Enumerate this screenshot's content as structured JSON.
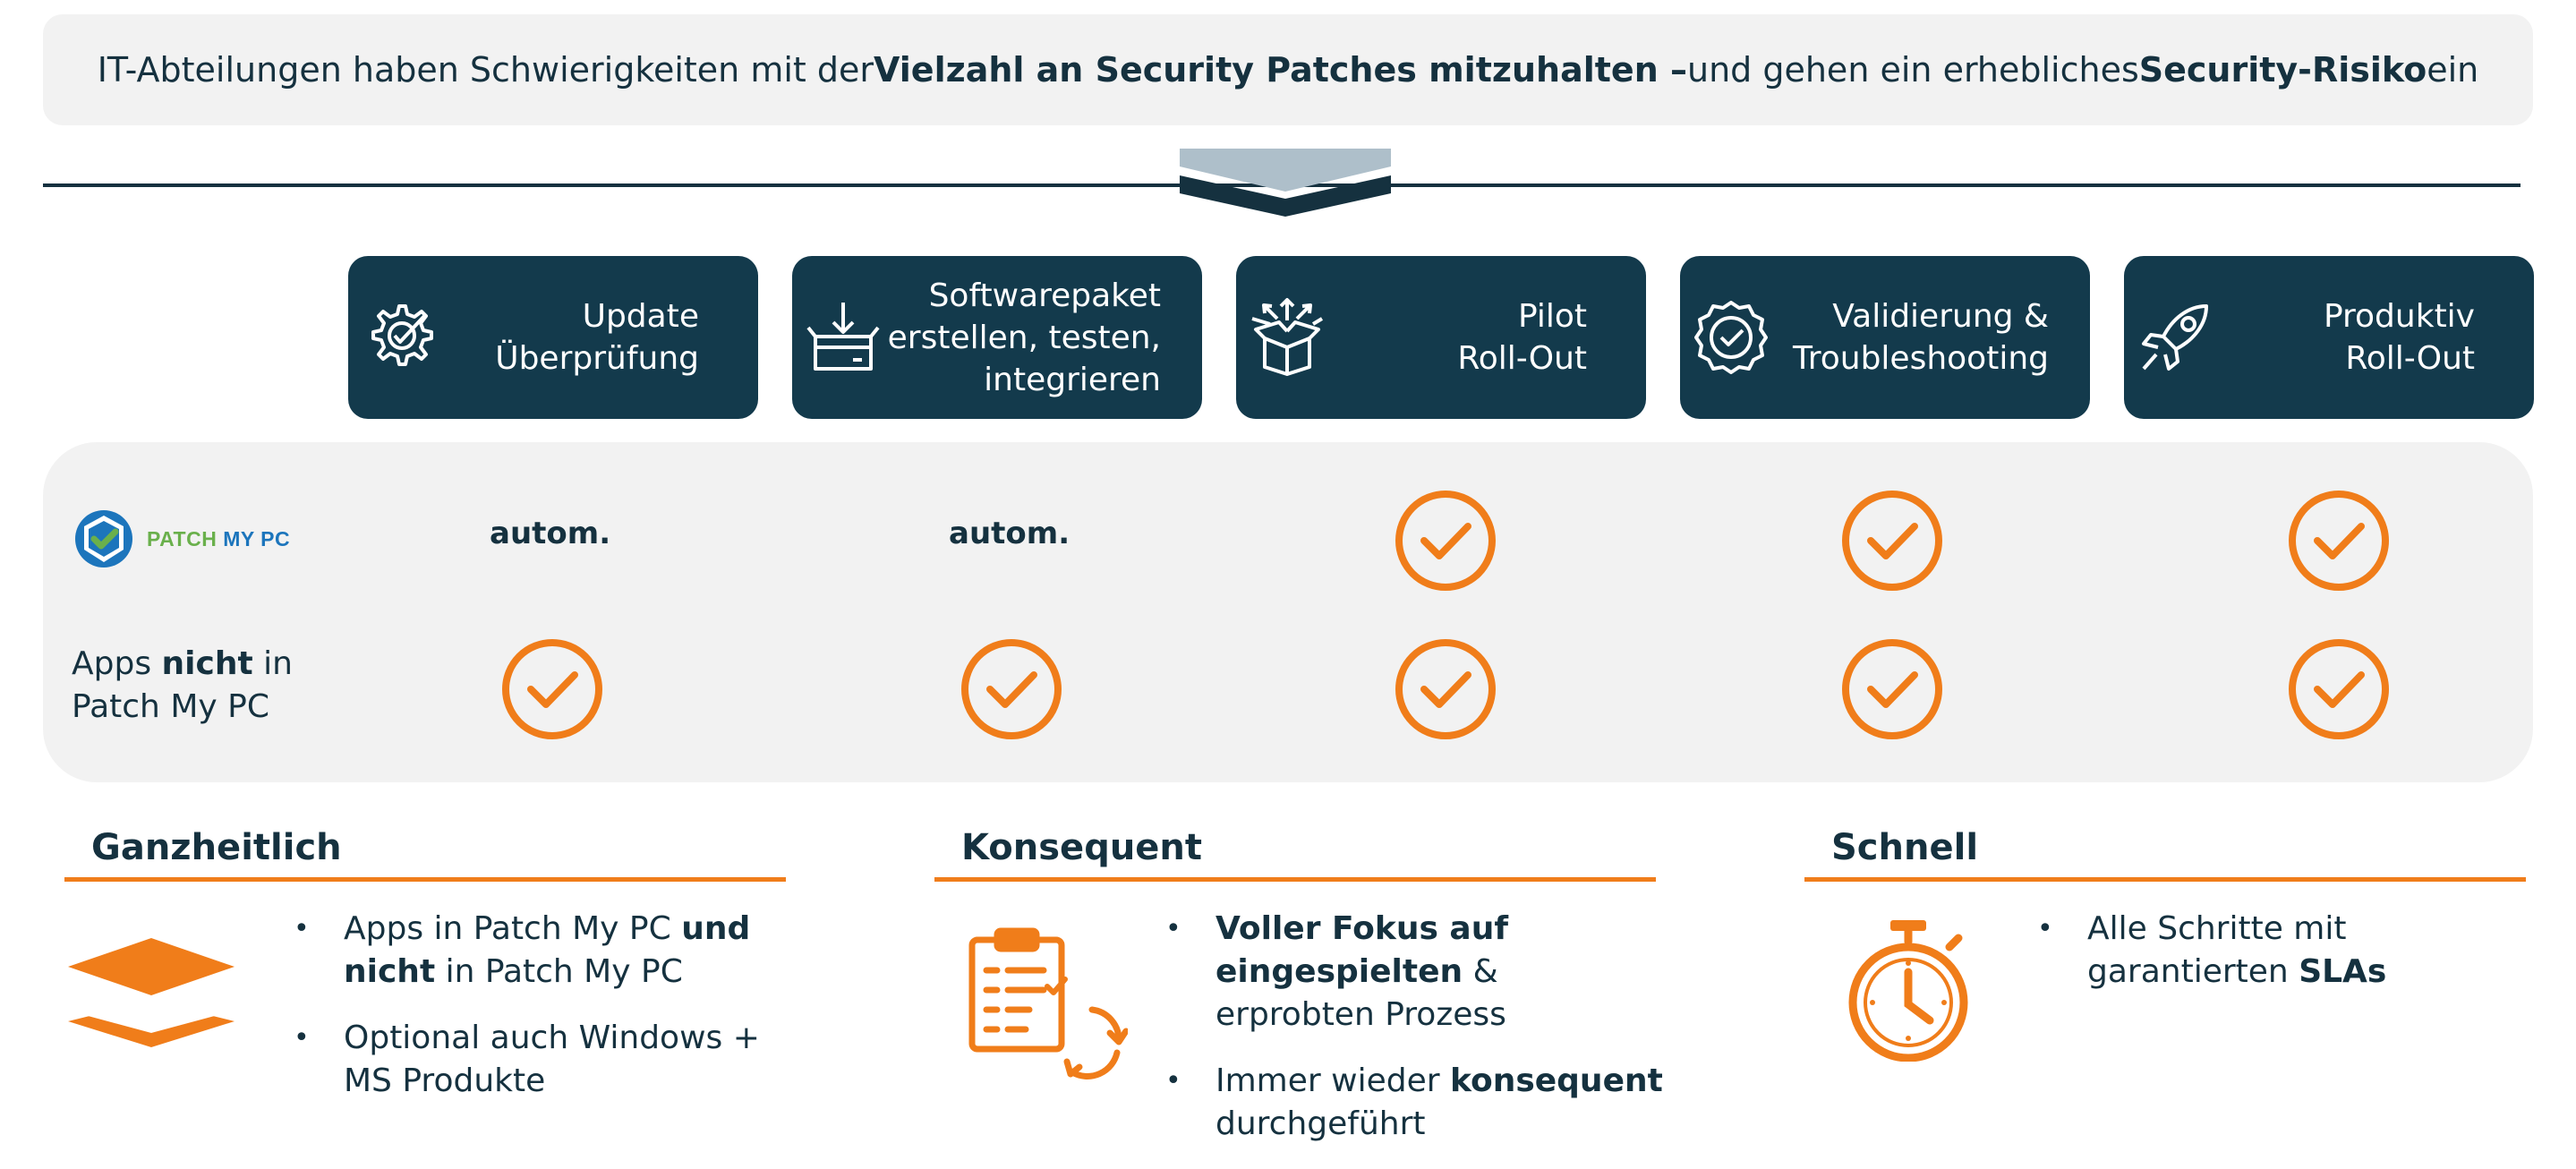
{
  "headline": {
    "parts": [
      {
        "text": "IT-Abteilungen haben Schwierigkeiten mit der ",
        "bold": false
      },
      {
        "text": "Vielzahl an Security Patches mitzuhalten –",
        "bold": true
      },
      {
        "text": " und gehen ein erhebliches ",
        "bold": false
      },
      {
        "text": "Security-Risiko",
        "bold": true
      },
      {
        "text": " ein",
        "bold": false
      }
    ]
  },
  "steps": [
    {
      "lines": [
        "Update",
        "Überprüfung"
      ],
      "icon": "gear-check-icon"
    },
    {
      "lines": [
        "Softwarepaket",
        "erstellen, testen,",
        "integrieren"
      ],
      "icon": "box-download-icon"
    },
    {
      "lines": [
        "Pilot",
        "Roll-Out"
      ],
      "icon": "box-arrows-icon"
    },
    {
      "lines": [
        "Validierung &",
        "Troubleshooting"
      ],
      "icon": "badge-check-icon"
    },
    {
      "lines": [
        "Produktiv",
        "Roll-Out"
      ],
      "icon": "rocket-icon"
    }
  ],
  "matrix": {
    "logo_text": {
      "patch": "PATCH",
      "mypc": " MY PC"
    },
    "row2_label": [
      {
        "text": "Apps ",
        "bold": false
      },
      {
        "text": "nicht",
        "bold": true
      },
      {
        "text": " in",
        "bold": false
      },
      {
        "text": "Patch My PC",
        "bold": false,
        "break_before": true
      }
    ],
    "row1": [
      "autom.",
      "autom.",
      "check",
      "check",
      "check"
    ],
    "row2": [
      "check",
      "check",
      "check",
      "check",
      "check"
    ]
  },
  "columns": [
    {
      "title": "Ganzheitlich",
      "icon": "layers-icon",
      "bullets": [
        [
          {
            "text": "Apps in Patch My PC  ",
            "bold": false
          },
          {
            "text": "und nicht",
            "bold": true
          },
          {
            "text": " in Patch My PC",
            "bold": false
          }
        ],
        [
          {
            "text": "Optional auch Windows + MS Produkte",
            "bold": false
          }
        ]
      ]
    },
    {
      "title": "Konsequent",
      "icon": "clipboard-cycle-icon",
      "bullets": [
        [
          {
            "text": "Voller Fokus auf eingespielten",
            "bold": true
          },
          {
            "text": " & erprobten Prozess",
            "bold": false
          }
        ],
        [
          {
            "text": "Immer wieder ",
            "bold": false
          },
          {
            "text": "konsequent",
            "bold": true
          },
          {
            "text": " durchgeführt",
            "bold": false
          }
        ]
      ]
    },
    {
      "title": "Schnell",
      "icon": "stopwatch-icon",
      "bullets": [
        [
          {
            "text": "Alle Schritte mit garantierten ",
            "bold": false
          },
          {
            "text": "SLAs",
            "bold": true
          }
        ]
      ]
    }
  ],
  "colors": {
    "navy": "#15313f",
    "step_bg": "#133a4c",
    "orange": "#f07d1a",
    "panel": "#f2f2f2",
    "logo_green": "#6ab04c",
    "logo_blue": "#1c75bc"
  }
}
